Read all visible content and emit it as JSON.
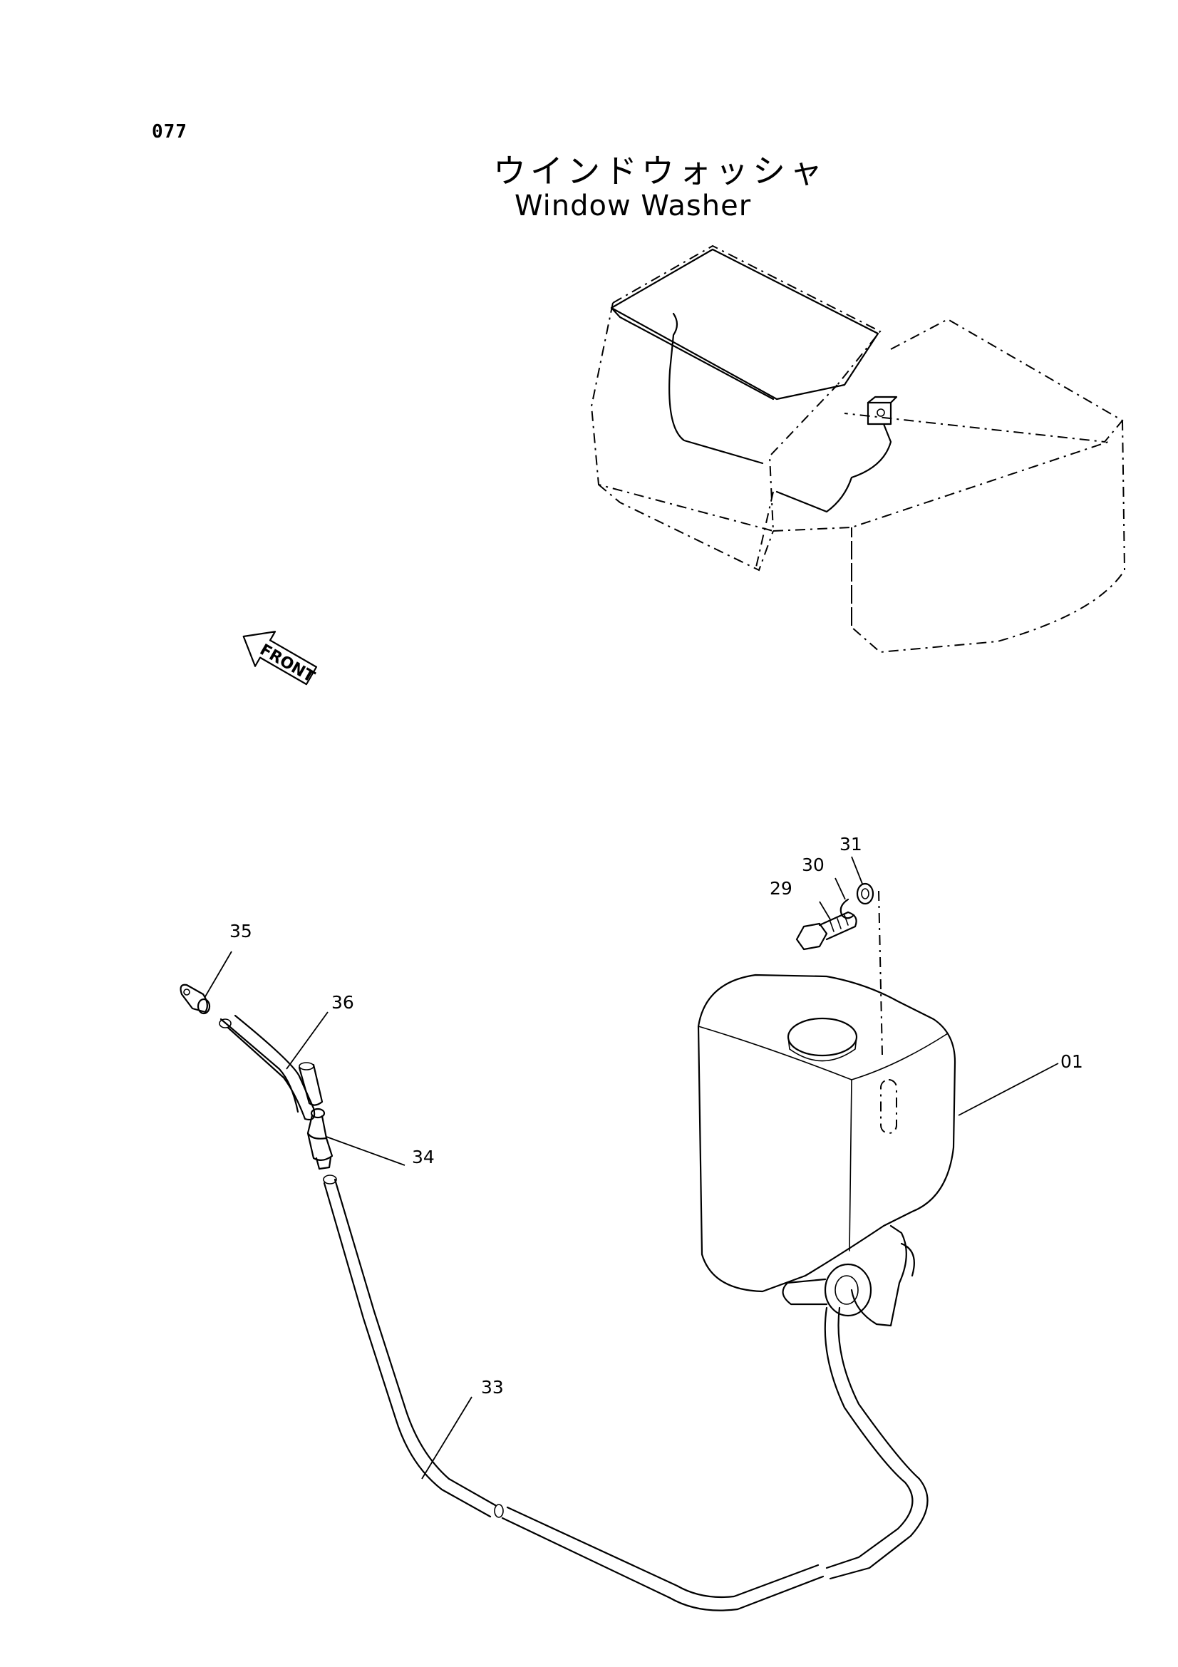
{
  "page": {
    "number": "077",
    "title_jp": "ウインドウォッシャ",
    "title_en": "Window Washer"
  },
  "front_label": "FRONT",
  "callouts": {
    "c01": "01",
    "c29": "29",
    "c30": "30",
    "c31": "31",
    "c33": "33",
    "c34": "34",
    "c35": "35",
    "c36": "36"
  }
}
